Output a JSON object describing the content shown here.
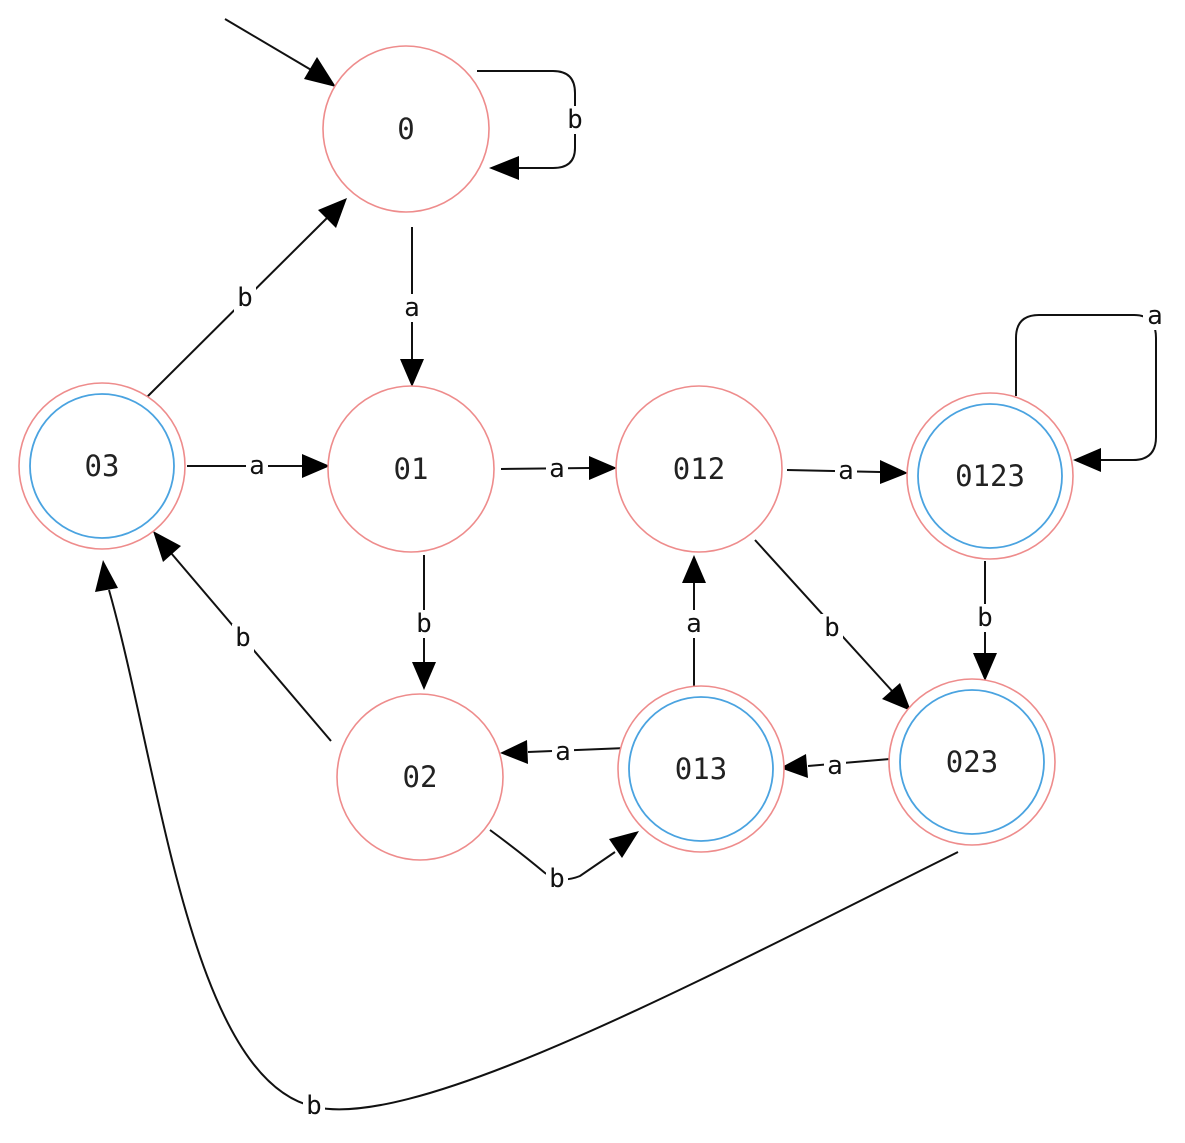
{
  "colors": {
    "node_border": "#ee8c8c",
    "accept_inner_border": "#4aa3e0",
    "edge": "#111111"
  },
  "nodes": [
    {
      "id": "n0",
      "label": "0",
      "accepting": false
    },
    {
      "id": "n01",
      "label": "01",
      "accepting": false
    },
    {
      "id": "n012",
      "label": "012",
      "accepting": false
    },
    {
      "id": "n0123",
      "label": "0123",
      "accepting": true
    },
    {
      "id": "n03",
      "label": "03",
      "accepting": true
    },
    {
      "id": "n02",
      "label": "02",
      "accepting": false
    },
    {
      "id": "n013",
      "label": "013",
      "accepting": true
    },
    {
      "id": "n023",
      "label": "023",
      "accepting": true
    }
  ],
  "edges": [
    {
      "id": "e-start",
      "from": "",
      "to": "0",
      "label": ""
    },
    {
      "id": "e-0-0",
      "from": "0",
      "to": "0",
      "label": "b"
    },
    {
      "id": "e-0-01",
      "from": "0",
      "to": "01",
      "label": "a"
    },
    {
      "id": "e-03-0",
      "from": "03",
      "to": "0",
      "label": "b"
    },
    {
      "id": "e-03-01",
      "from": "03",
      "to": "01",
      "label": "a"
    },
    {
      "id": "e-01-012",
      "from": "01",
      "to": "012",
      "label": "a"
    },
    {
      "id": "e-012-0123",
      "from": "012",
      "to": "0123",
      "label": "a"
    },
    {
      "id": "e-0123-0123",
      "from": "0123",
      "to": "0123",
      "label": "a"
    },
    {
      "id": "e-01-02",
      "from": "01",
      "to": "02",
      "label": "b"
    },
    {
      "id": "e-02-03",
      "from": "02",
      "to": "03",
      "label": "b"
    },
    {
      "id": "e-013-012",
      "from": "013",
      "to": "012",
      "label": "a"
    },
    {
      "id": "e-012-023",
      "from": "012",
      "to": "023",
      "label": "b"
    },
    {
      "id": "e-0123-023",
      "from": "0123",
      "to": "023",
      "label": "b"
    },
    {
      "id": "e-013-02",
      "from": "013",
      "to": "02",
      "label": "a"
    },
    {
      "id": "e-023-013",
      "from": "023",
      "to": "013",
      "label": "a"
    },
    {
      "id": "e-02-013",
      "from": "02",
      "to": "013",
      "label": "b"
    },
    {
      "id": "e-023-03",
      "from": "023",
      "to": "03",
      "label": "b"
    }
  ]
}
